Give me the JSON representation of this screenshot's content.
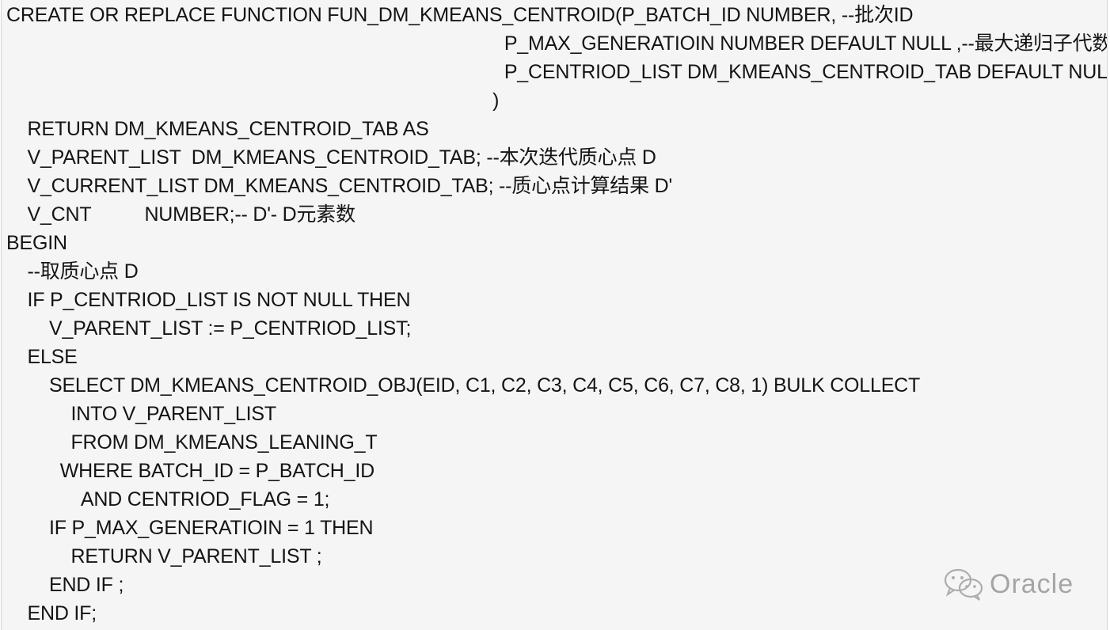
{
  "code": {
    "lines": [
      "CREATE OR REPLACE FUNCTION FUN_DM_KMEANS_CENTROID(P_BATCH_ID NUMBER, --批次ID",
      "                                        P_MAX_GENERATIOIN NUMBER DEFAULT NULL ,--最大递归子代数",
      "                                        P_CENTRIOD_LIST DM_KMEANS_CENTROID_TAB DEFAULT NULL --质心点",
      "                                       )",
      "  RETURN DM_KMEANS_CENTROID_TAB AS",
      "  V_PARENT_LIST  DM_KMEANS_CENTROID_TAB; --本次迭代质心点 D",
      "  V_CURRENT_LIST DM_KMEANS_CENTROID_TAB; --质心点计算结果 D'",
      "  V_CNT          NUMBER;-- D'- D元素数",
      "BEGIN",
      "  --取质心点 D",
      "  IF P_CENTRIOD_LIST IS NOT NULL THEN",
      "    V_PARENT_LIST := P_CENTRIOD_LIST;",
      "  ELSE",
      "    SELECT DM_KMEANS_CENTROID_OBJ(EID, C1, C2, C3, C4, C5, C6, C7, C8, 1) BULK COLLECT",
      "      INTO V_PARENT_LIST",
      "      FROM DM_KMEANS_LEANING_T",
      "     WHERE BATCH_ID = P_BATCH_ID",
      "       AND CENTRIOD_FLAG = 1;",
      "    IF P_MAX_GENERATIOIN = 1 THEN",
      "      RETURN V_PARENT_LIST ;",
      "    END IF ;",
      "  END IF;"
    ]
  },
  "watermark": {
    "text": "Oracle",
    "icon": "wechat-icon"
  }
}
